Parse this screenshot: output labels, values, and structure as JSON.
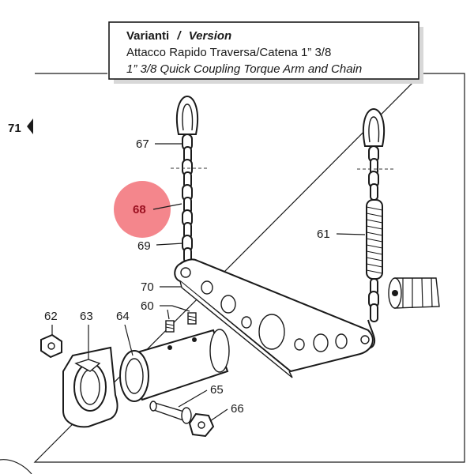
{
  "variant_box": {
    "heading_a": "Varianti",
    "heading_sep": "/",
    "heading_b": "Version",
    "line_it": "Attacco Rapido Traversa/Catena 1” 3/8",
    "line_en": "1” 3/8 Quick Coupling Torque Arm and Chain"
  },
  "callouts": {
    "c71": "71",
    "c67": "67",
    "c68": "68",
    "c69": "69",
    "c61": "61",
    "c70": "70",
    "c60": "60",
    "c62": "62",
    "c63": "63",
    "c64": "64",
    "c65": "65",
    "c66": "66"
  },
  "colors": {
    "highlight_fill": "#f26b73",
    "highlight_text": "#9b1020",
    "ink": "#1a1a1a"
  }
}
